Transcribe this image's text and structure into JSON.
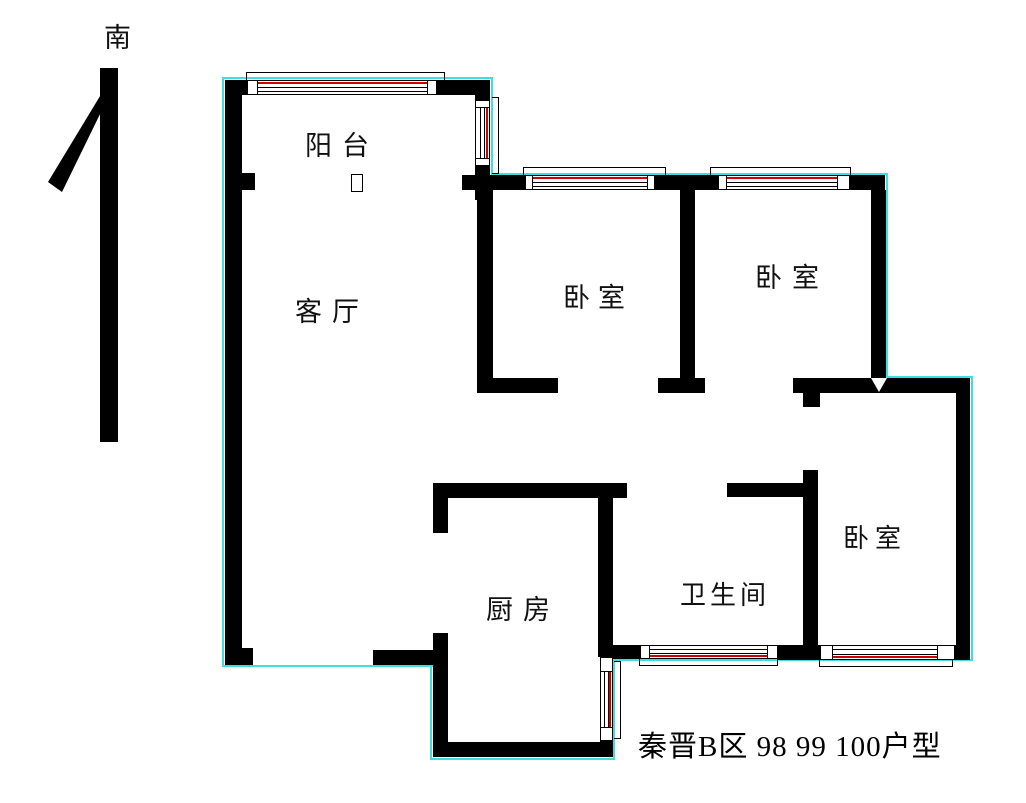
{
  "compass": {
    "south_label": "南"
  },
  "rooms": [
    {
      "name": "balcony",
      "label": "阳台"
    },
    {
      "name": "living-room",
      "label": "客厅"
    },
    {
      "name": "bedroom-top-left",
      "label": "卧室"
    },
    {
      "name": "bedroom-top-right",
      "label": "卧室"
    },
    {
      "name": "bedroom-right",
      "label": "卧室"
    },
    {
      "name": "kitchen",
      "label": "厨房"
    },
    {
      "name": "bathroom",
      "label": "卫生间"
    }
  ],
  "caption": "秦晋B区  98  99 100户型",
  "colors": {
    "wall": "#000000",
    "exterior_outline": "#3cdede",
    "window_accent": "#cc0000"
  }
}
